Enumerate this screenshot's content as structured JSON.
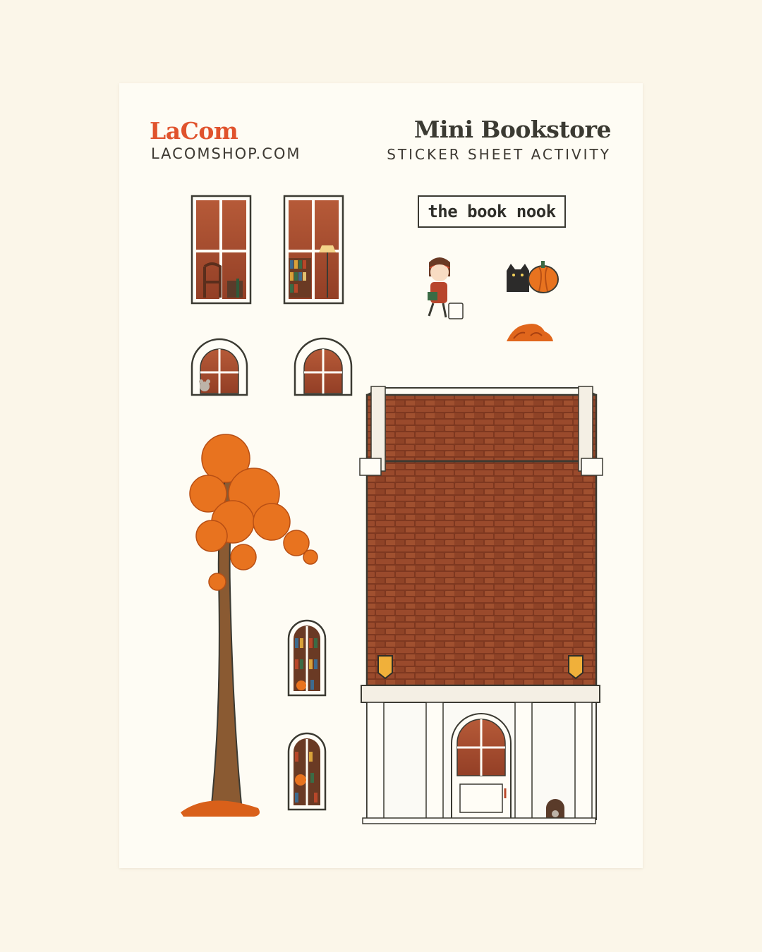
{
  "header": {
    "brand": "LaCom",
    "brand_url": "LACOMSHOP.COM",
    "title": "Mini Bookstore",
    "subtitle": "STICKER SHEET ACTIVITY"
  },
  "sign": {
    "text": "the book nook"
  },
  "colors": {
    "background": "#fbf6e9",
    "sheet": "#fefcf4",
    "brand": "#e0532d",
    "ink": "#3b3a32",
    "brick": "#8a3d25",
    "window_glass": "#a24a2e",
    "leaf_orange": "#e8731f",
    "trunk": "#8a5a32"
  },
  "stickers": [
    {
      "icon": "tall-window-chair-icon"
    },
    {
      "icon": "tall-window-bookshelf-lamp-icon"
    },
    {
      "icon": "girl-with-books-icon"
    },
    {
      "icon": "black-cat-pumpkin-icon"
    },
    {
      "icon": "leaf-pile-icon"
    },
    {
      "icon": "arched-window-mouse-icon"
    },
    {
      "icon": "arched-window-icon"
    },
    {
      "icon": "autumn-tree-icon"
    },
    {
      "icon": "arched-bookshelf-window-icon"
    },
    {
      "icon": "arched-pumpkin-bookshelf-window-icon"
    },
    {
      "icon": "brick-bookstore-building-icon"
    }
  ]
}
